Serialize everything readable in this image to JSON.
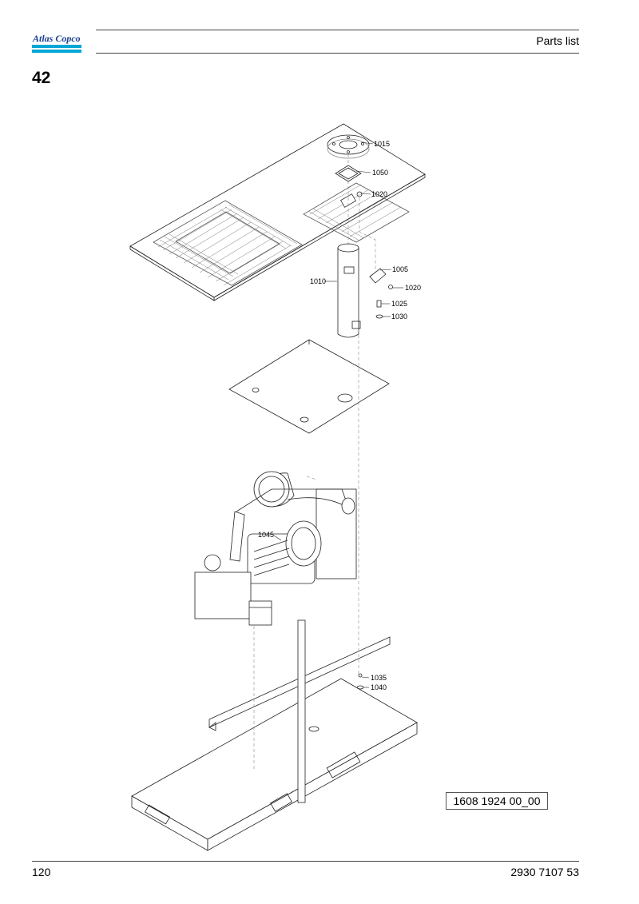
{
  "header": {
    "brand": "Atlas Copco",
    "title": "Parts list",
    "brand_colors": {
      "text": "#1a3f91",
      "bar": "#00a6d6"
    }
  },
  "section_number": "42",
  "drawing": {
    "callouts": [
      {
        "id": "c1015",
        "label": "1015"
      },
      {
        "id": "c1050",
        "label": "1050"
      },
      {
        "id": "c1020a",
        "label": "1020"
      },
      {
        "id": "c1005",
        "label": "1005"
      },
      {
        "id": "c1010",
        "label": "1010"
      },
      {
        "id": "c1020b",
        "label": "1020"
      },
      {
        "id": "c1025",
        "label": "1025"
      },
      {
        "id": "c1030",
        "label": "1030"
      },
      {
        "id": "c1045",
        "label": "1045"
      },
      {
        "id": "c1035",
        "label": "1035"
      },
      {
        "id": "c1040",
        "label": "1040"
      }
    ],
    "reference_number": "1608 1924 00_00"
  },
  "footer": {
    "page": "120",
    "document_number": "2930 7107 53"
  }
}
